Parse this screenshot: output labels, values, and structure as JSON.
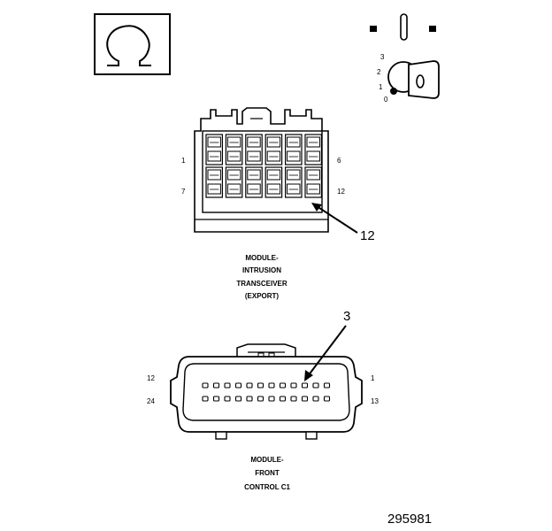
{
  "symbols": {
    "ohm_icon": "omega-icon",
    "ignition_icon": "ignition-key-icon"
  },
  "ignition": {
    "positions": [
      "3",
      "2",
      "1",
      "0"
    ]
  },
  "connector_top": {
    "label_lines": [
      "MODULE-",
      "INTRUSION",
      "TRANSCEIVER",
      "(EXPORT)"
    ],
    "pin_labels": {
      "top_left": "1",
      "top_right": "6",
      "bottom_left": "7",
      "bottom_right": "12"
    },
    "callout": "12",
    "rows": 2,
    "cols": 6
  },
  "connector_bottom": {
    "label_lines": [
      "MODULE-",
      "FRONT",
      "CONTROL C1"
    ],
    "pin_labels": {
      "top_left": "12",
      "top_right": "1",
      "bottom_left": "24",
      "bottom_right": "13"
    },
    "callout": "3",
    "rows": 2,
    "cols": 12
  },
  "figure_number": "295981",
  "colors": {
    "ink": "#000000",
    "paper": "#ffffff"
  }
}
